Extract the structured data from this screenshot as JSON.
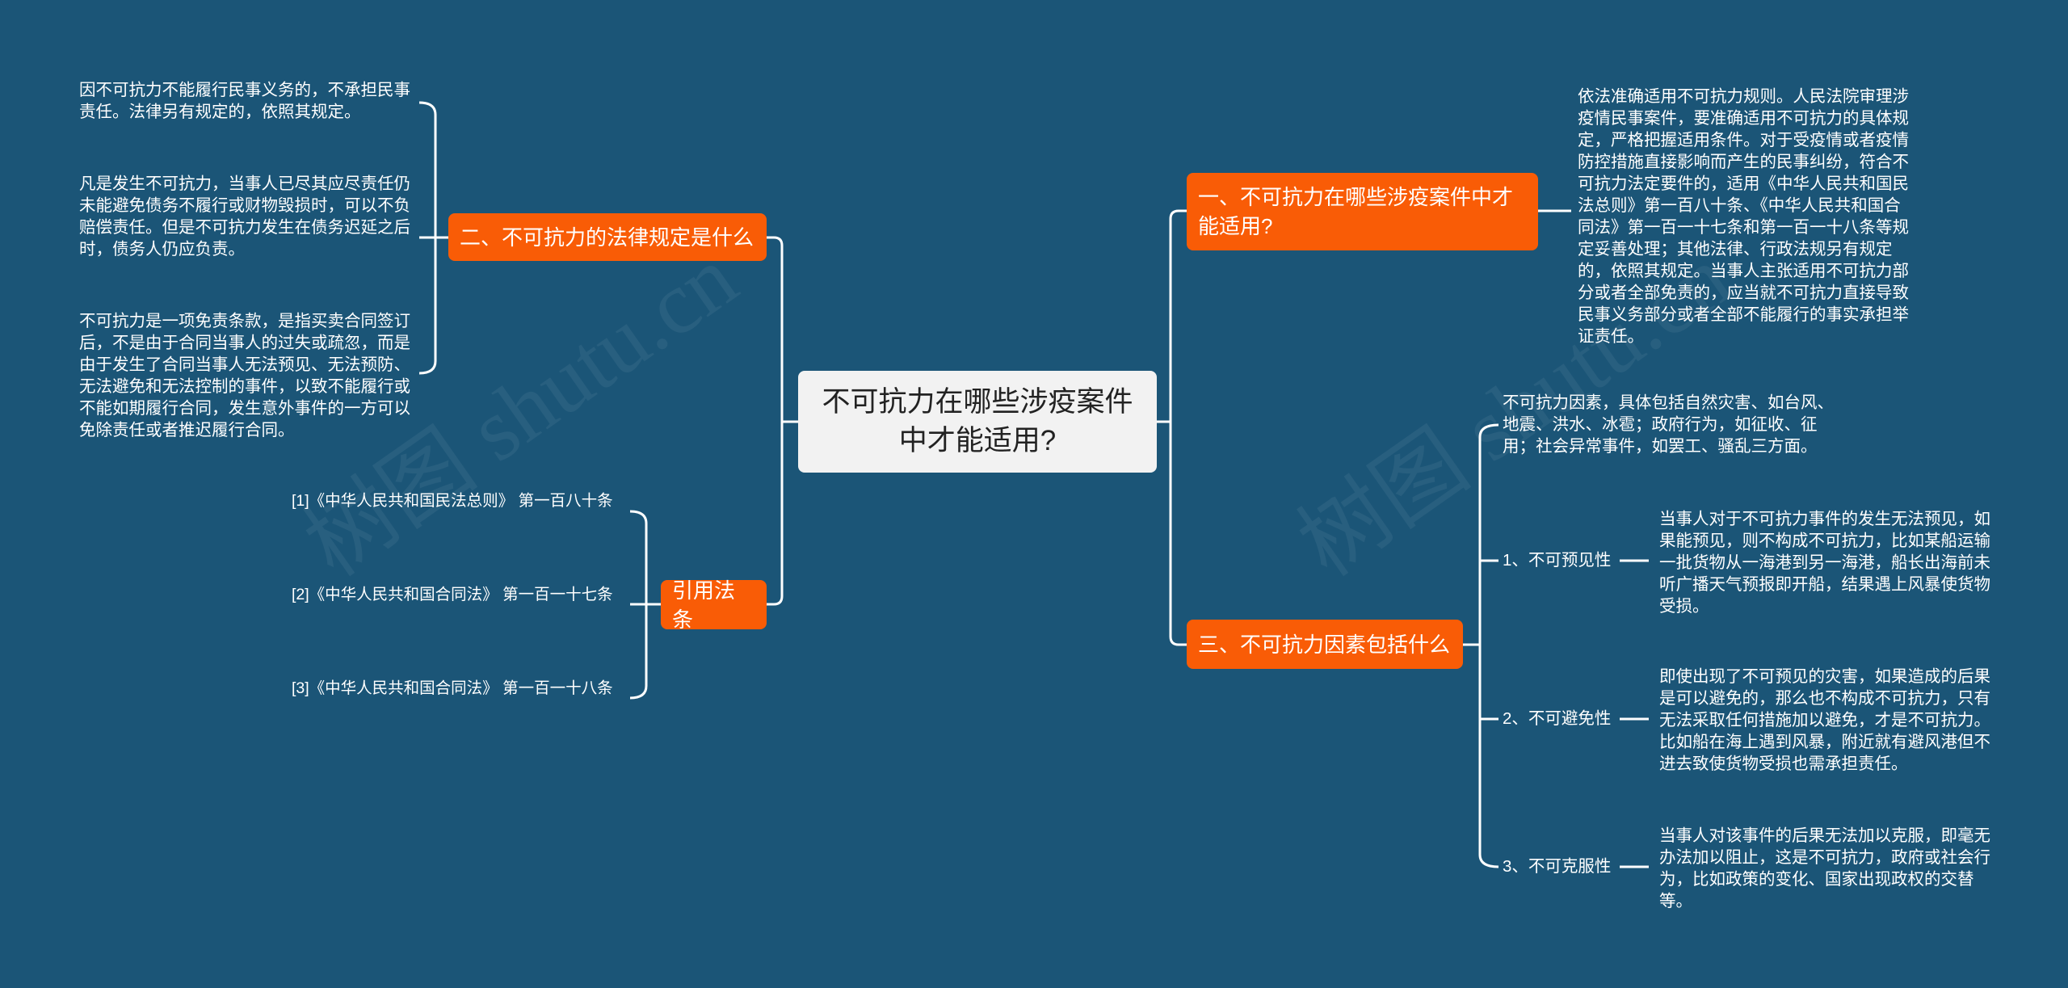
{
  "watermark": "树图 shutu.cn",
  "colors": {
    "background": "#1b5577",
    "branch": "#f95c06",
    "root": "#f2f2f2",
    "line": "#ffffff"
  },
  "root": {
    "title": "不可抗力在哪些涉疫案件中才能适用?"
  },
  "left": {
    "legal": {
      "title": "二、不可抗力的法律规定是什么",
      "items": [
        "因不可抗力不能履行民事义务的，不承担民事责任。法律另有规定的，依照其规定。",
        "凡是发生不可抗力，当事人已尽其应尽责任仍未能避免债务不履行或财物毁损时，可以不负赔偿责任。但是不可抗力发生在债务迟延之后时，债务人仍应负责。",
        "不可抗力是一项免责条款，是指买卖合同签订后，不是由于合同当事人的过失或疏忽，而是由于发生了合同当事人无法预见、无法预防、无法避免和无法控制的事件，以致不能履行或不能如期履行合同，发生意外事件的一方可以免除责任或者推迟履行合同。"
      ]
    },
    "citations": {
      "title": "引用法条",
      "items": [
        "[1]《中华人民共和国民法总则》 第一百八十条",
        "[2]《中华人民共和国合同法》 第一百一十七条",
        "[3]《中华人民共和国合同法》 第一百一十八条"
      ]
    }
  },
  "right": {
    "applicable": {
      "title": "一、不可抗力在哪些涉疫案件中才能适用?",
      "text": "依法准确适用不可抗力规则。人民法院审理涉疫情民事案件，要准确适用不可抗力的具体规定，严格把握适用条件。对于受疫情或者疫情防控措施直接影响而产生的民事纠纷，符合不可抗力法定要件的，适用《中华人民共和国民法总则》第一百八十条、《中华人民共和国合同法》第一百一十七条和第一百一十八条等规定妥善处理；其他法律、行政法规另有规定的，依照其规定。当事人主张适用不可抗力部分或者全部免责的，应当就不可抗力直接导致民事义务部分或者全部不能履行的事实承担举证责任。"
    },
    "factors": {
      "title": "三、不可抗力因素包括什么",
      "intro": "不可抗力因素，具体包括自然灾害、如台风、地震、洪水、冰雹；政府行为，如征收、征用；社会异常事件，如罢工、骚乱三方面。",
      "items": [
        {
          "label": "1、不可预见性",
          "text": "当事人对于不可抗力事件的发生无法预见，如果能预见，则不构成不可抗力，比如某船运输一批货物从一海港到另一海港，船长出海前未听广播天气预报即开船，结果遇上风暴使货物受损。"
        },
        {
          "label": "2、不可避免性",
          "text": "即使出现了不可预见的灾害，如果造成的后果是可以避免的，那么也不构成不可抗力，只有无法采取任何措施加以避免，才是不可抗力。比如船在海上遇到风暴，附近就有避风港但不进去致使货物受损也需承担责任。"
        },
        {
          "label": "3、不可克服性",
          "text": "当事人对该事件的后果无法加以克服，即毫无办法加以阻止，这是不可抗力，政府或社会行为，比如政策的变化、国家出现政权的交替等。"
        }
      ]
    }
  }
}
